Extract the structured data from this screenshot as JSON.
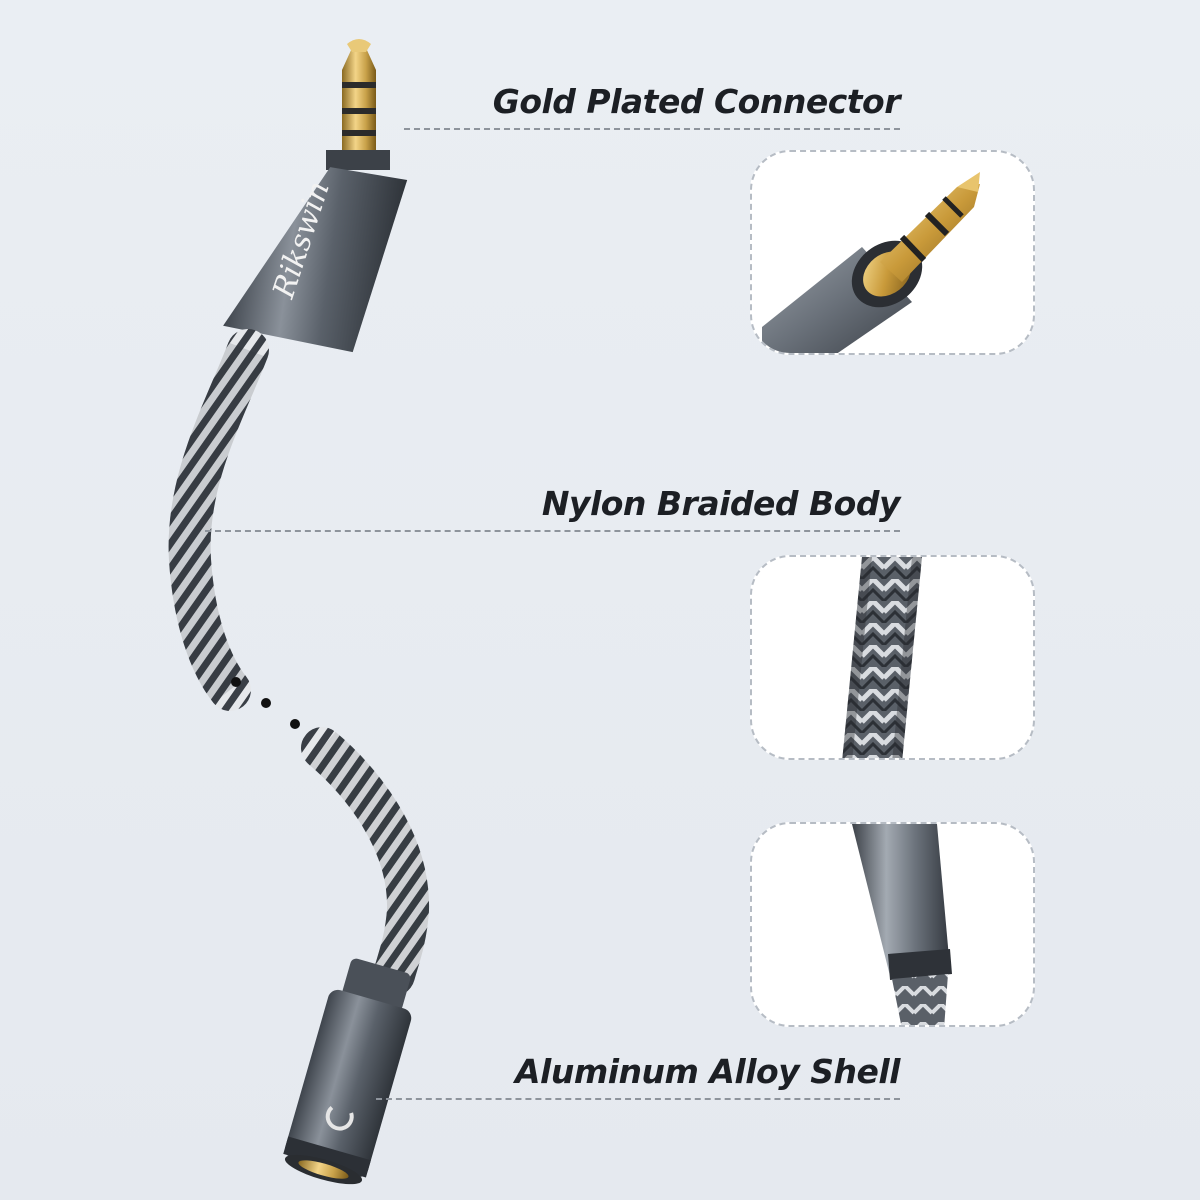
{
  "callouts": [
    {
      "label": "Gold Plated Connector"
    },
    {
      "label": "Nylon Braided Body"
    },
    {
      "label": "Aluminum Alloy Shell"
    }
  ],
  "brand_mark": "Rikswin",
  "colors": {
    "background": "#e8ecf1",
    "aluminum": "#5f6670",
    "gold": "#c9a24a",
    "braid_light": "#e6e8eb",
    "braid_dark": "#2f343b",
    "label": "#1c1f24"
  }
}
